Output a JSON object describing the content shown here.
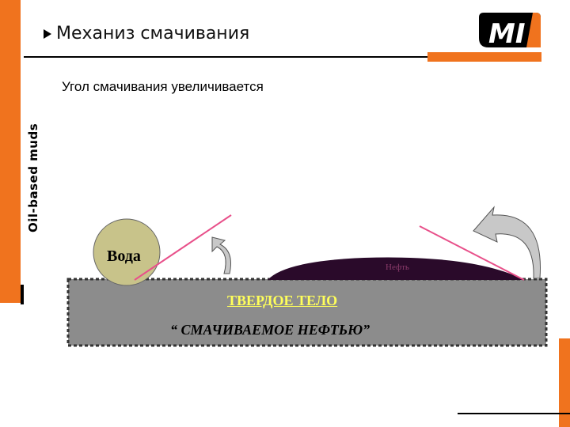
{
  "sidebar": {
    "label": "Oil-based muds",
    "color": "#f0731e"
  },
  "header": {
    "title": "Механиз смачивания",
    "logo_text": "MI"
  },
  "subtitle": "Угол смачивания увеличивается",
  "diagram": {
    "water_label": "Вода",
    "oil_label": "Нефть",
    "solid_label": "ТВЕРДОЕ ТЕЛО",
    "solid_sublabel": "“ СМАЧИВАЕМОЕ НЕФТЬЮ”",
    "colors": {
      "solid": "#8c8c8c",
      "water": "#c8c38a",
      "oil": "#2a0a2a",
      "tangent": "#e8508a",
      "accent": "#f0731e"
    }
  }
}
